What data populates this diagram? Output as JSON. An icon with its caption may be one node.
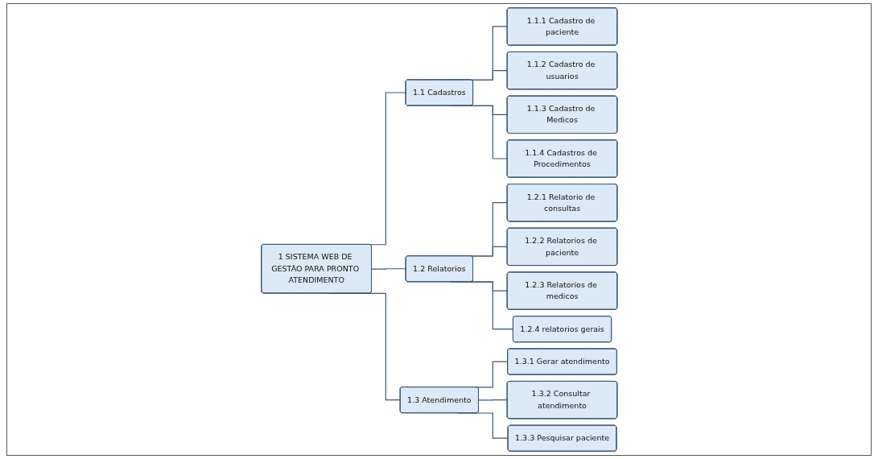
{
  "diagram": {
    "nodes": [
      {
        "text": [
          "1 SISTEMA WEB DE GESTÃO PARA PRONTO ATENDIMENTO"
        ]
      },
      {
        "text": [
          "1.1 Cadastros"
        ]
      },
      {
        "text": [
          "1.2 Relatorios"
        ]
      },
      {
        "text": [
          "1.3 Atendimento"
        ]
      },
      {
        "text": [
          "1.1.1 Cadastro de paciente"
        ]
      },
      {
        "text": [
          "1.1.2 Cadastro de usuarios"
        ]
      },
      {
        "text": [
          "1.1.3 Cadastro de Medicos"
        ]
      },
      {
        "text": [
          "1.1.4 Cadastros de Procedimentos"
        ]
      },
      {
        "text": [
          "1.2.1 Relatorio de consultas"
        ]
      },
      {
        "text": [
          "1.2.2 Relatorios de paciente"
        ]
      },
      {
        "text": [
          "1.2.3 Relatorios de medicos"
        ]
      },
      {
        "text": [
          "1.2.4 relatorios gerais"
        ]
      },
      {
        "text": [
          "1.3.1 Gerar atendimento"
        ]
      },
      {
        "text": [
          "1.3.2 Consultar atendimento"
        ]
      },
      {
        "text": [
          "1.3.3 Pesquisar paciente"
        ]
      }
    ],
    "edges": [
      {
        "from": 0,
        "to": 1,
        "arrow": "none"
      },
      {
        "from": 0,
        "to": 2,
        "arrow": "none"
      },
      {
        "from": 0,
        "to": 3,
        "arrow": "none"
      },
      {
        "from": 1,
        "to": 4,
        "arrow": "none"
      },
      {
        "from": 1,
        "to": 5,
        "arrow": "none"
      },
      {
        "from": 1,
        "to": 6,
        "arrow": "none"
      },
      {
        "from": 1,
        "to": 7,
        "arrow": "none"
      },
      {
        "from": 2,
        "to": 8,
        "arrow": "none"
      },
      {
        "from": 2,
        "to": 9,
        "arrow": "none"
      },
      {
        "from": 2,
        "to": 10,
        "arrow": "none"
      },
      {
        "from": 2,
        "to": 11,
        "arrow": "none"
      },
      {
        "from": 3,
        "to": 12,
        "arrow": "none"
      },
      {
        "from": 3,
        "to": 13,
        "arrow": "none"
      },
      {
        "from": 3,
        "to": 14,
        "arrow": "none"
      }
    ]
  }
}
